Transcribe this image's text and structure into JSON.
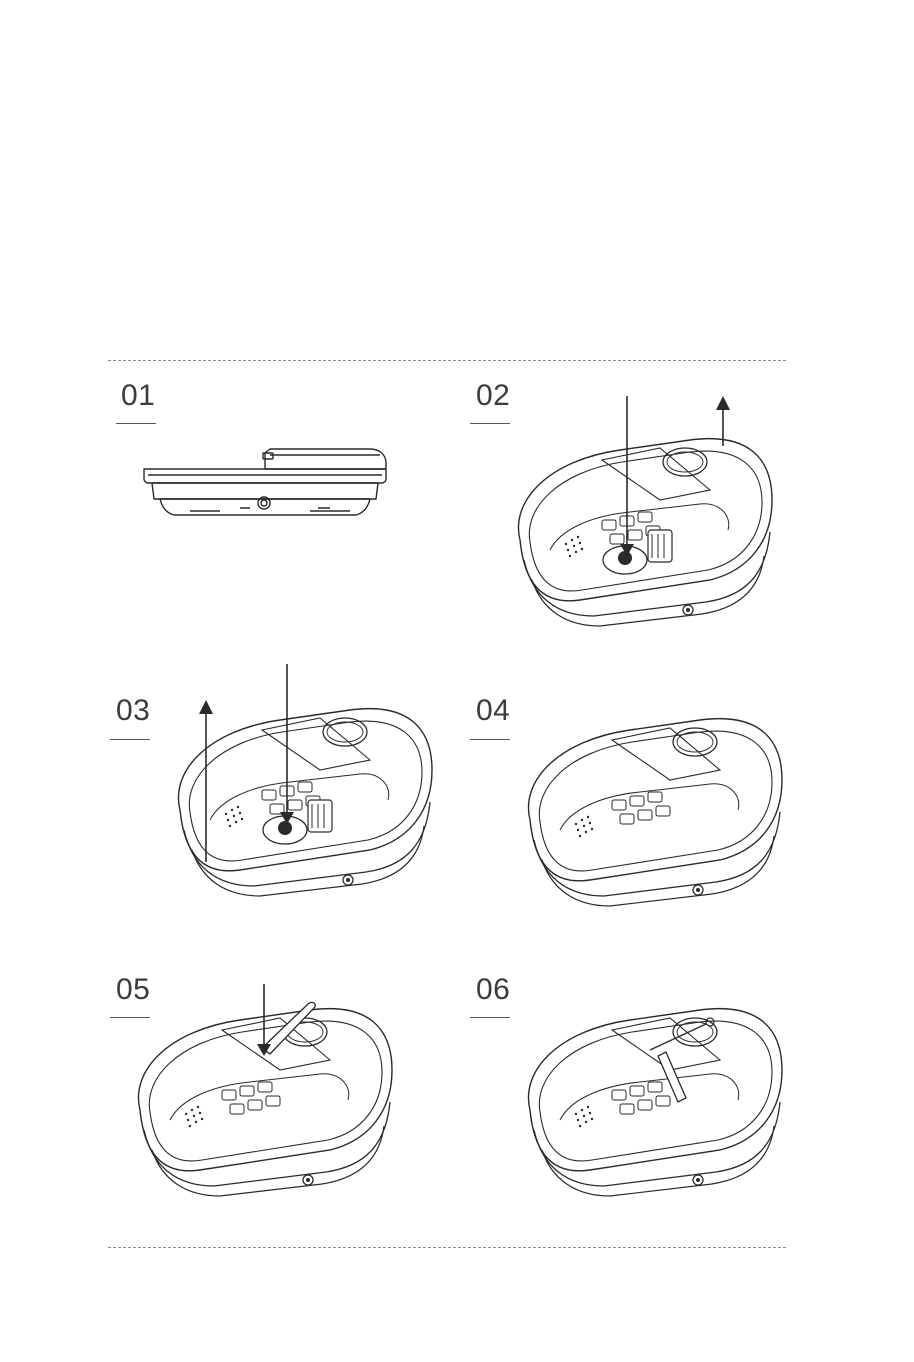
{
  "steps": [
    {
      "number": "01",
      "figure": "folded-foot-spa-side-view"
    },
    {
      "number": "02",
      "figure": "foot-spa-removing-cover"
    },
    {
      "number": "03",
      "figure": "foot-spa-lifting-side"
    },
    {
      "number": "04",
      "figure": "foot-spa-expanded"
    },
    {
      "number": "05",
      "figure": "foot-spa-handle-raised"
    },
    {
      "number": "06",
      "figure": "foot-spa-handle-inserted"
    }
  ],
  "colors": {
    "line": "#2a2a2a",
    "rule": "#555555",
    "dash": "#8a8a8a"
  }
}
